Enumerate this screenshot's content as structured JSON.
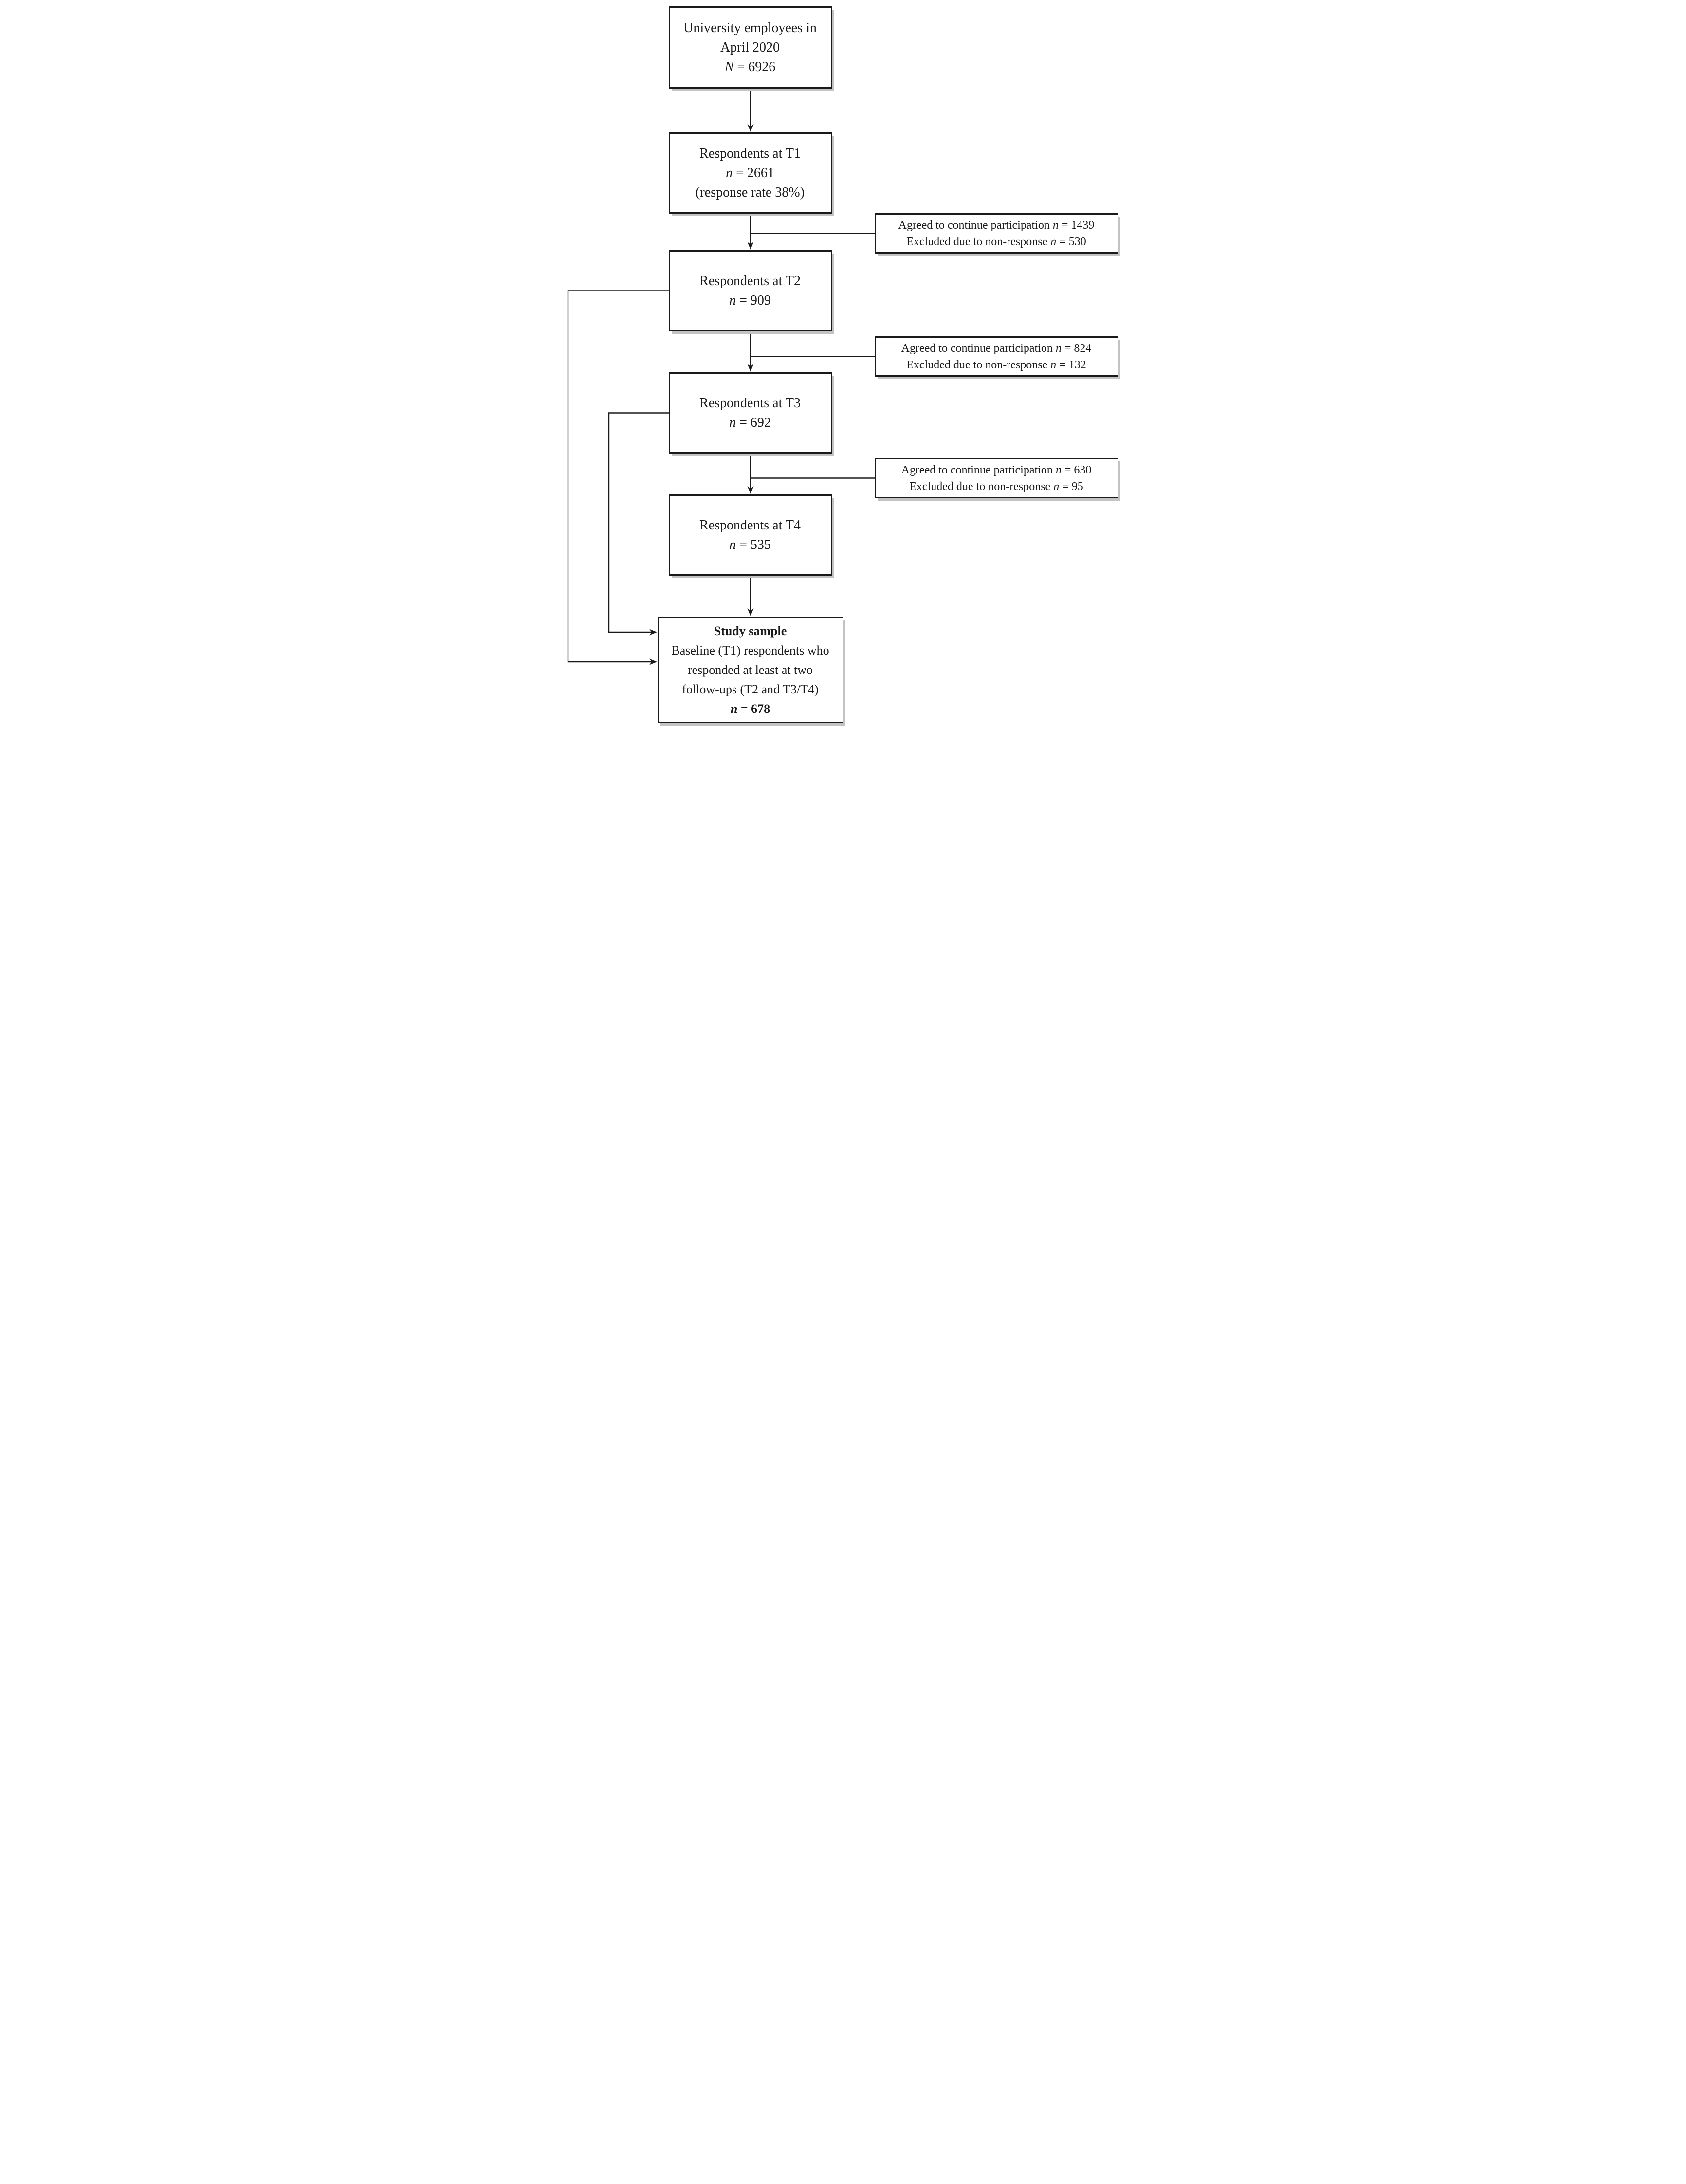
{
  "figure": {
    "boxes": {
      "population": {
        "line1": "University employees in",
        "line2": "April 2020",
        "n_symbol": "N",
        "n_rest": " = 6926"
      },
      "t1": {
        "title": "Respondents at T1",
        "n_symbol": "n",
        "n_rest": " = 2661",
        "note": "(response rate 38%)"
      },
      "t2": {
        "title": "Respondents at T2",
        "n_symbol": "n",
        "n_rest": " = 909"
      },
      "t3": {
        "title": "Respondents at T3",
        "n_symbol": "n",
        "n_rest": " = 692"
      },
      "t4": {
        "title": "Respondents at T4",
        "n_symbol": "n",
        "n_rest": " = 535"
      },
      "study": {
        "title": "Study sample",
        "desc1": "Baseline (T1) respondents who",
        "desc2": "responded at least at two",
        "desc3": "follow-ups (T2 and T3/T4)",
        "n_symbol": "n",
        "n_rest": " = 678"
      }
    },
    "exclusions": [
      {
        "agreed_prefix": "Agreed to continue participation ",
        "agreed_symbol": "n",
        "agreed_rest": " = 1439",
        "excluded_prefix": "Excluded due to non-response ",
        "excluded_symbol": "n",
        "excluded_rest": " = 530"
      },
      {
        "agreed_prefix": "Agreed to continue participation ",
        "agreed_symbol": "n",
        "agreed_rest": " = 824",
        "excluded_prefix": "Excluded due to non-response ",
        "excluded_symbol": "n",
        "excluded_rest": " = 132"
      },
      {
        "agreed_prefix": "Agreed to continue participation ",
        "agreed_symbol": "n",
        "agreed_rest": " = 630",
        "excluded_prefix": "Excluded due to non-response ",
        "excluded_symbol": "n",
        "excluded_rest": " = 95"
      }
    ],
    "colors": {
      "line": "#1a1a1a",
      "shadow": "#c3c3c3",
      "background": "#ffffff"
    }
  }
}
